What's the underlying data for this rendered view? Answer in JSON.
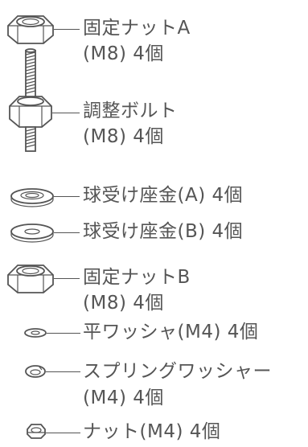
{
  "parts": [
    {
      "id": "lock_nut_a",
      "icon": "hex-nut-icon",
      "lines": [
        "固定ナットA",
        "(M8)  4個"
      ]
    },
    {
      "id": "adjust_bolt",
      "icon": "adjusting-bolt-icon",
      "lines": [
        "調整ボルト",
        "(M8)  4個"
      ]
    },
    {
      "id": "washer_a",
      "icon": "washer-icon",
      "lines": [
        "球受け座金(A)  4個"
      ]
    },
    {
      "id": "washer_b",
      "icon": "washer-icon",
      "lines": [
        "球受け座金(B)  4個"
      ]
    },
    {
      "id": "lock_nut_b",
      "icon": "hex-nut-icon",
      "lines": [
        "固定ナットB",
        "(M8)  4個"
      ]
    },
    {
      "id": "flat_washer",
      "icon": "flat-washer-icon",
      "lines": [
        "平ワッシャ(M4)  4個"
      ]
    },
    {
      "id": "spring_washer",
      "icon": "spring-washer-icon",
      "lines": [
        "スプリングワッシャー",
        "(M4)  4個"
      ]
    },
    {
      "id": "nut_m4",
      "icon": "small-nut-icon",
      "lines": [
        "ナット(M4)  4個"
      ]
    }
  ],
  "colors": {
    "line": "#555555",
    "background": "#ffffff"
  }
}
